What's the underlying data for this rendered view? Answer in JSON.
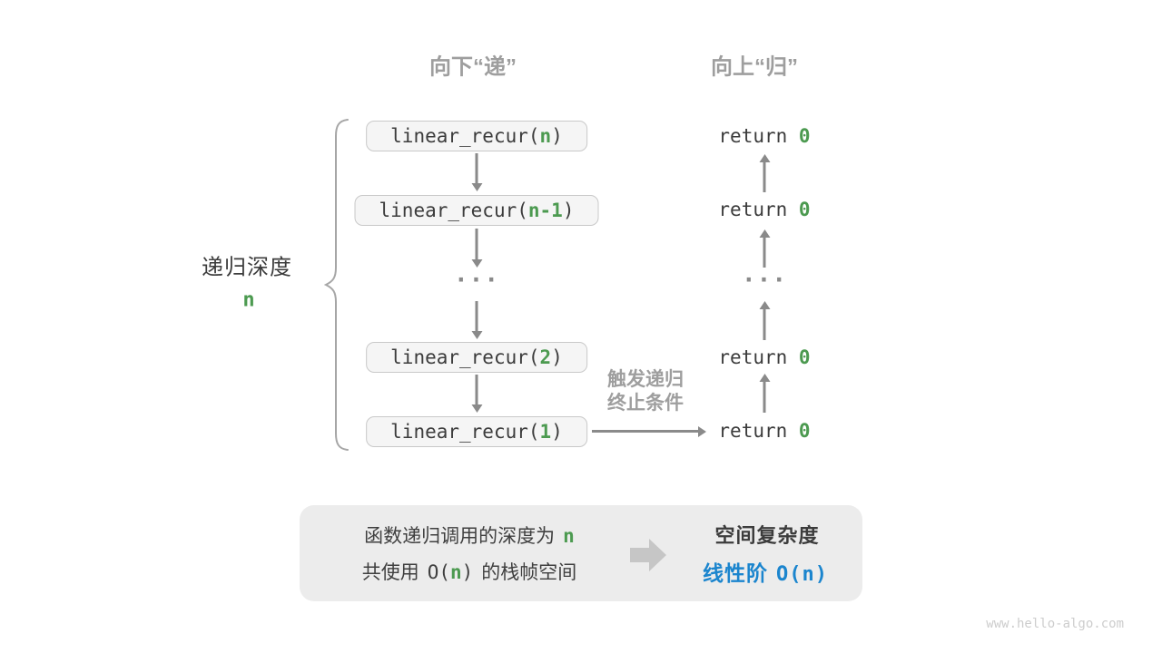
{
  "colors": {
    "green_accent": "#4c9a50",
    "blue_accent": "#1b85ce",
    "text_dark": "#3c3c3c",
    "gray_label": "#9e9e9e",
    "arrow_gray": "#8a8a8a",
    "box_border": "#c9c9c9",
    "box_fill": "#f5f5f5",
    "panel_bg": "#ececec"
  },
  "headers": {
    "descend": "向下“递”",
    "ascend": "向上“归”"
  },
  "depth_label": {
    "text": "递归深度",
    "value": "n"
  },
  "stack": {
    "ellipsis": "···",
    "boxes": [
      {
        "pre": "linear_recur(",
        "arg": "n",
        "post": ")"
      },
      {
        "pre": "linear_recur(",
        "arg": "n-1",
        "post": ")"
      },
      {
        "pre": "linear_recur(",
        "arg": "2",
        "post": ")"
      },
      {
        "pre": "linear_recur(",
        "arg": "1",
        "post": ")"
      }
    ]
  },
  "returns": {
    "ellipsis": "···",
    "rows": [
      {
        "pre": "return ",
        "val": "0"
      },
      {
        "pre": "return ",
        "val": "0"
      },
      {
        "pre": "return ",
        "val": "0"
      },
      {
        "pre": "return ",
        "val": "0"
      }
    ]
  },
  "terminate": {
    "line1": "触发递归",
    "line2": "终止条件"
  },
  "summary": {
    "line1_text": "函数递归调用的深度为",
    "line1_value": "n",
    "line2_pre": "共使用",
    "line2_o_open": "O(",
    "line2_n": "n",
    "line2_o_close": ")",
    "line2_post": "的栈帧空间",
    "right_title": "空间复杂度",
    "right_label": "线性阶",
    "right_complexity": "O(n)"
  },
  "watermark": "www.hello-algo.com"
}
